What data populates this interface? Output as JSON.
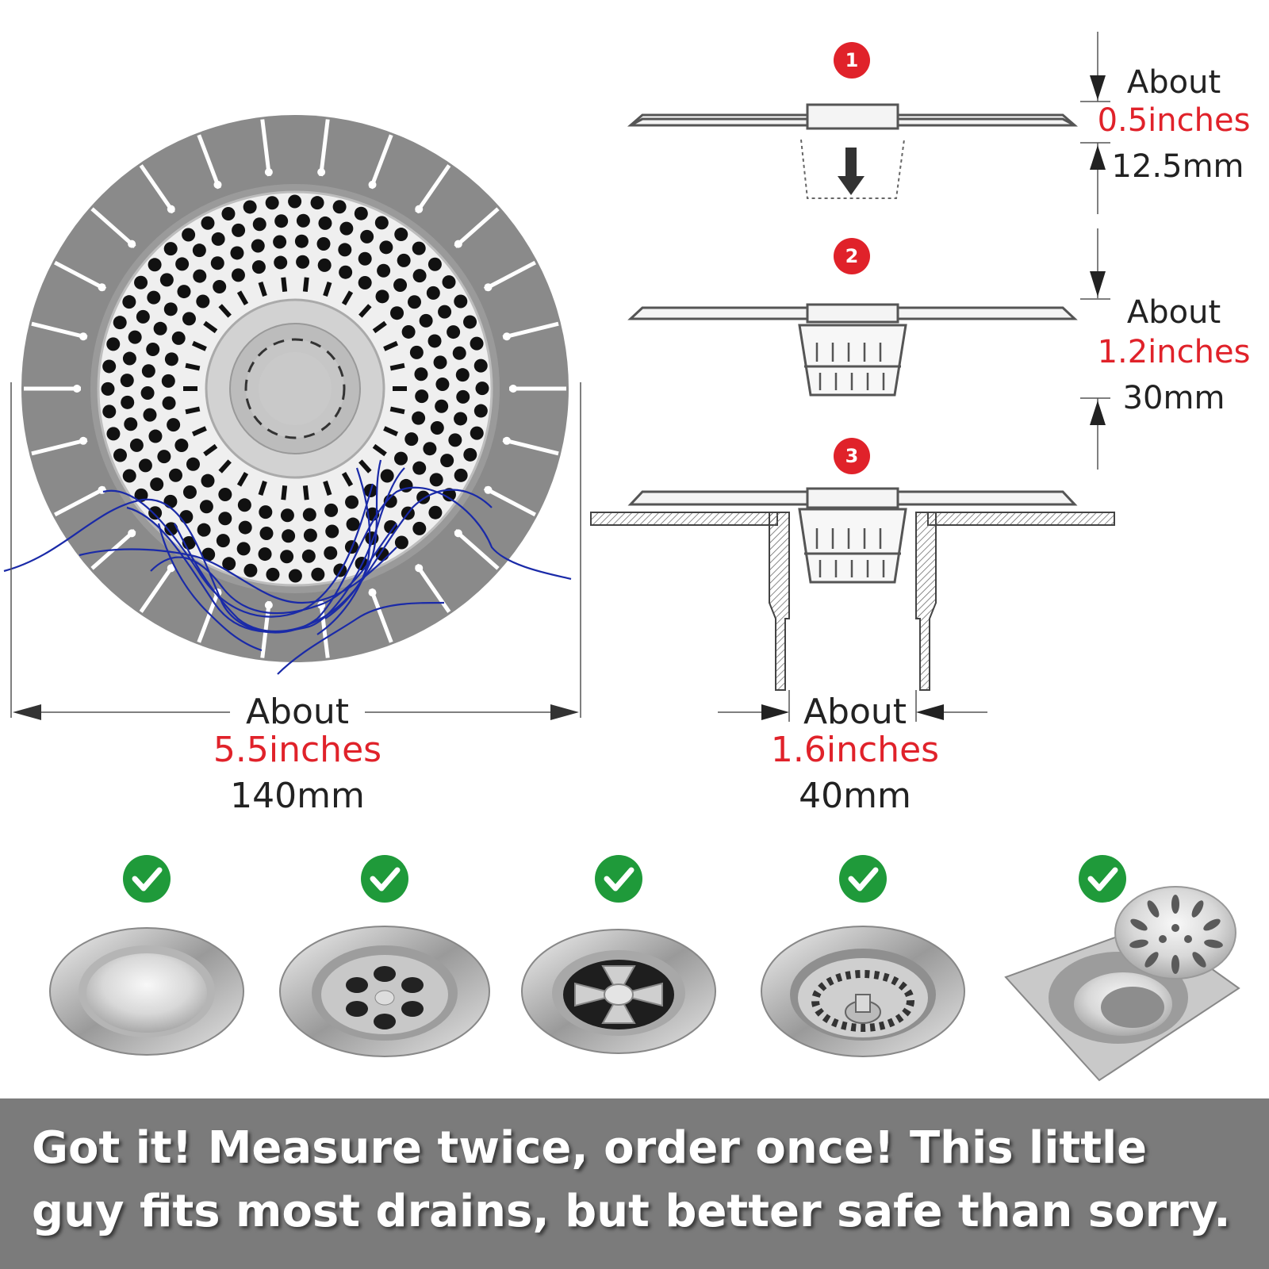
{
  "steps": [
    "1",
    "2",
    "3"
  ],
  "dimensions": {
    "height_install": {
      "prefix": "About",
      "inches": "0.5inches",
      "mm": "12.5mm"
    },
    "height_total": {
      "prefix": "About",
      "inches": "1.2inches",
      "mm": "30mm"
    },
    "diameter": {
      "prefix": "About",
      "inches": "5.5inches",
      "mm": "140mm"
    },
    "basket_width": {
      "prefix": "About",
      "inches": "1.6inches",
      "mm": "40mm"
    }
  },
  "compatible_drains": [
    {
      "name": "pop-up-sink-drain"
    },
    {
      "name": "bathtub-drain"
    },
    {
      "name": "cross-drain"
    },
    {
      "name": "kitchen-sink-strainer"
    },
    {
      "name": "square-floor-drain"
    }
  ],
  "banner": {
    "text": "Got it! Measure twice, order once! This little guy fits most drains, but better safe than sorry."
  },
  "colors": {
    "accent_red": "#e0222a",
    "check_green": "#1f9a3a",
    "silicone_gray": "#8a8a8a",
    "hair_blue": "#1a2aa8",
    "banner_gray": "#7b7b7b"
  }
}
